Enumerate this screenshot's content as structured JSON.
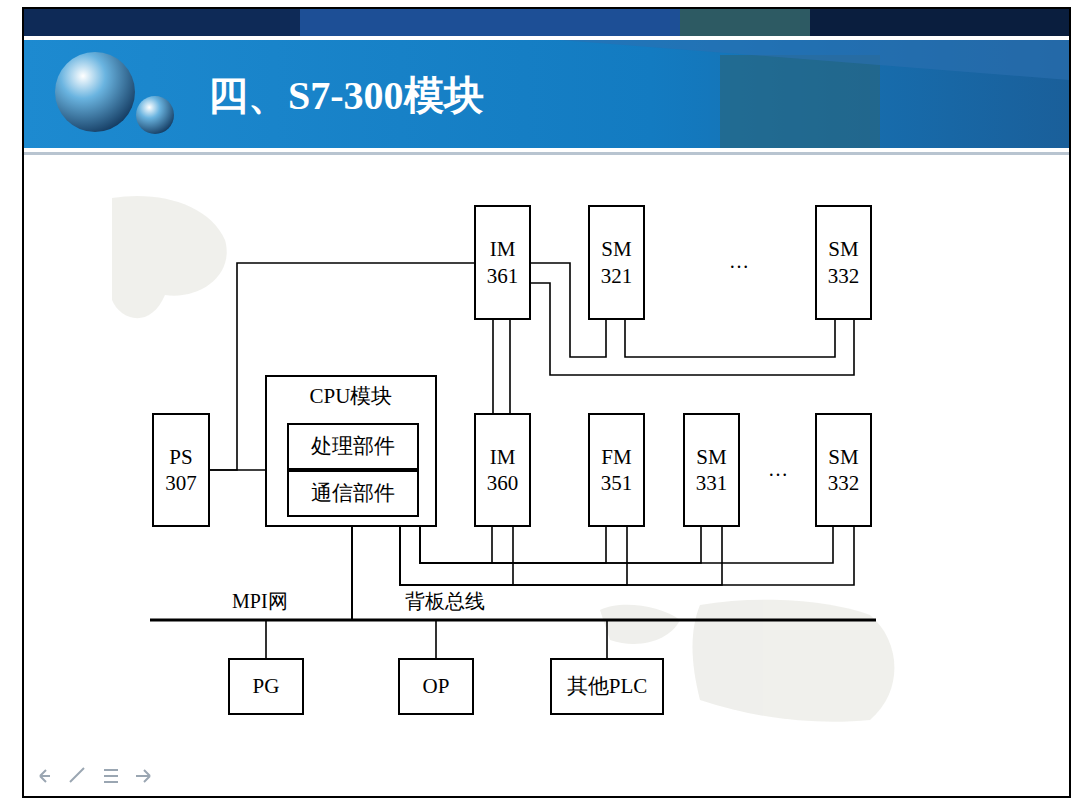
{
  "diagram": {
    "title": "四、S7-300模块",
    "nodes": [
      {
        "text": [
          "IM 361"
        ]
      },
      {
        "text": [
          "SM 321"
        ]
      },
      {
        "text": [
          "SM 332"
        ]
      },
      {
        "text": [
          "PS 307"
        ]
      },
      {
        "text": [
          "CPU模块"
        ]
      },
      {
        "text": [
          "处理部件"
        ],
        "in": 4
      },
      {
        "text": [
          "通信部件"
        ],
        "in": 4
      },
      {
        "text": [
          "IM 360"
        ]
      },
      {
        "text": [
          "FM 351"
        ]
      },
      {
        "text": [
          "SM 331"
        ]
      },
      {
        "text": [
          "SM 332"
        ]
      },
      {
        "text": [
          "PG"
        ]
      },
      {
        "text": [
          "OP"
        ]
      },
      {
        "text": [
          "其他PLC"
        ]
      }
    ],
    "edges": [
      {
        "from": 3,
        "to": 4,
        "arrow": "none"
      },
      {
        "from": 3,
        "to": 0,
        "arrow": "none"
      },
      {
        "from": 0,
        "to": 7,
        "arrow": "none"
      },
      {
        "from": 0,
        "to": 1,
        "arrow": "none"
      },
      {
        "from": 0,
        "to": 2,
        "arrow": "none"
      },
      {
        "from": 4,
        "to": 7,
        "arrow": "none"
      },
      {
        "from": 4,
        "to": 8,
        "arrow": "none"
      },
      {
        "from": 4,
        "to": 9,
        "arrow": "none"
      },
      {
        "from": 4,
        "to": 10,
        "arrow": "none"
      },
      {
        "from": 6,
        "to": 11,
        "arrow": "none"
      },
      {
        "from": 6,
        "to": 12,
        "arrow": "none"
      },
      {
        "from": 6,
        "to": 13,
        "arrow": "none"
      }
    ],
    "labels": [
      "…",
      "…",
      "MPI网",
      "背板总线"
    ]
  }
}
